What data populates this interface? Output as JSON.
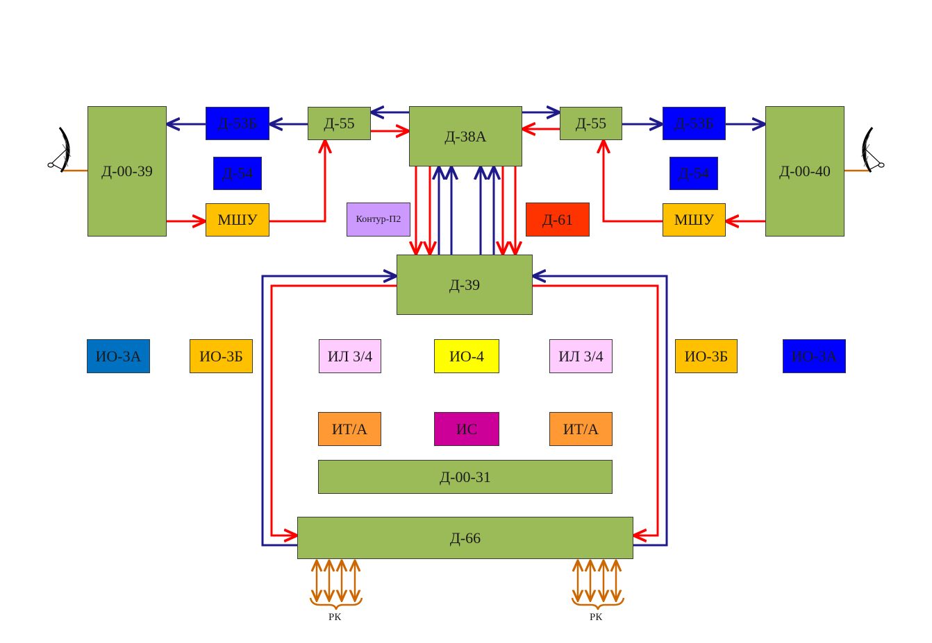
{
  "colors": {
    "green": "#9bbb59",
    "blue_block": "#0000ff",
    "steel_blue": "#0070c0",
    "amber": "#ffc000",
    "lavender": "#cc99ff",
    "red_orange": "#ff3300",
    "pink_light": "#ffccff",
    "yellow": "#ffff00",
    "orange": "#ff9933",
    "magenta": "#cc0099",
    "arrow_red": "#ff0000",
    "arrow_navy": "#1f1a8c",
    "arrow_orange": "#cc6600"
  },
  "blocks": {
    "d0039": "Д-00-39",
    "d53b_left": "Д-53Б",
    "d55_left": "Д-55",
    "d38a": "Д-38А",
    "d55_right": "Д-55",
    "d53b_right": "Д-53Б",
    "d0040": "Д-00-40",
    "d54_left": "Д-54",
    "d54_right": "Д-54",
    "mshu_left": "МШУ",
    "mshu_right": "МШУ",
    "kontur": "Контур-П2",
    "d61": "Д-61",
    "d39": "Д-39",
    "io3a_left": "ИО-3А",
    "io3b_left": "ИО-3Б",
    "il34_left": "ИЛ 3/4",
    "io4": "ИО-4",
    "il34_right": "ИЛ 3/4",
    "io3b_right": "ИО-3Б",
    "io3a_right": "ИО-3А",
    "ita_left": "ИТ/А",
    "is": "ИС",
    "ita_right": "ИТ/А",
    "d0031": "Д-00-31",
    "d66": "Д-66"
  },
  "labels": {
    "rk_left": "РК",
    "rk_right": "РК"
  },
  "icons": {
    "antenna_left": "satellite-dish-icon",
    "antenna_right": "satellite-dish-icon"
  }
}
